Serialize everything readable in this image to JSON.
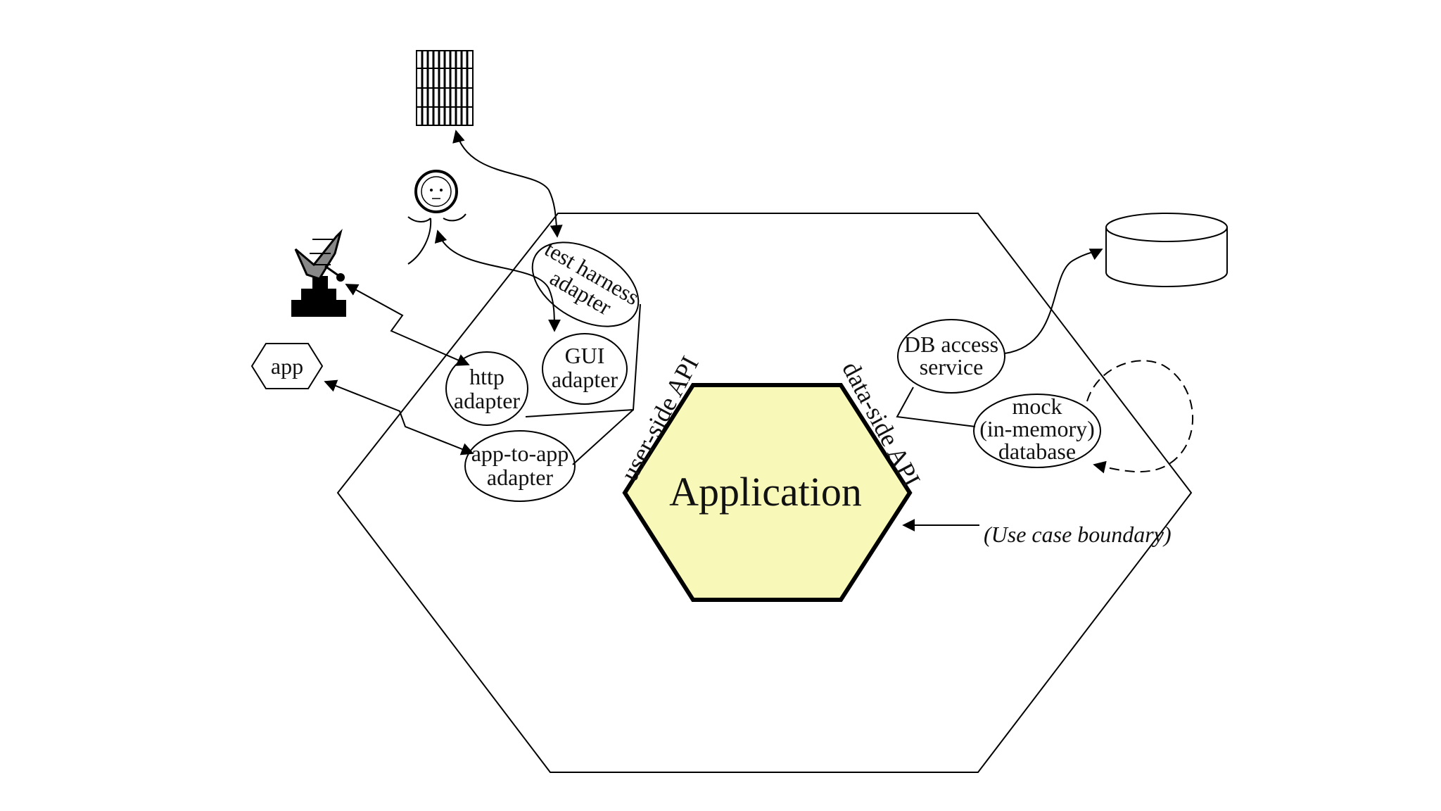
{
  "labels": {
    "application": "Application",
    "user_side_api": "user-side API",
    "data_side_api": "data-side API",
    "use_case_boundary": "(Use case boundary)",
    "app": "app",
    "test_harness_adapter": [
      "test harness",
      "adapter"
    ],
    "gui_adapter": [
      "GUI",
      "adapter"
    ],
    "http_adapter": [
      "http",
      "adapter"
    ],
    "app_to_app_adapter": [
      "app-to-app",
      "adapter"
    ],
    "db_access_service": [
      "DB access",
      "service"
    ],
    "mock_database": [
      "mock",
      "(in-memory)",
      "database"
    ]
  },
  "icons": [
    "spreadsheet-icon",
    "person-icon",
    "satellite-dish-icon",
    "database-cylinder-icon"
  ],
  "colors": {
    "application_fill": "#f8f8b8",
    "stroke": "#000000"
  }
}
